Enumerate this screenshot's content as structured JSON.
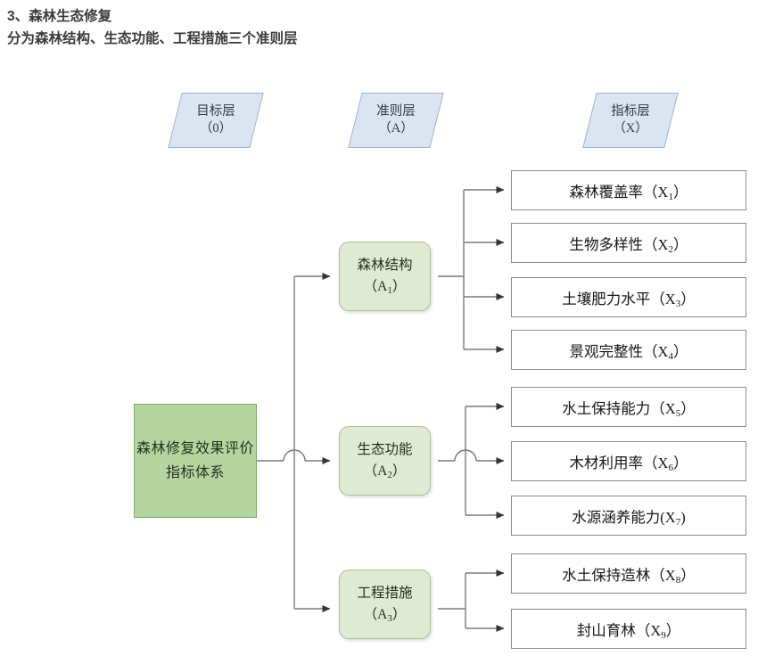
{
  "heading": {
    "line1": "3、森林生态修复",
    "line2": "分为森林结构、生态功能、工程措施三个准则层"
  },
  "layer_tags": [
    {
      "name": "goal-layer-tag",
      "title": "目标层",
      "code": "（0）"
    },
    {
      "name": "criterion-layer-tag",
      "title": "准则层",
      "code": "（A）"
    },
    {
      "name": "indicator-layer-tag",
      "title": "指标层",
      "code": "（X）"
    }
  ],
  "goal": {
    "label": "森林修复效果评价指标体系"
  },
  "criteria": [
    {
      "title": "森林结构",
      "code_prefix": "（A",
      "code_sub": "1",
      "code_suffix": "）"
    },
    {
      "title": "生态功能",
      "code_prefix": "（A",
      "code_sub": "2",
      "code_suffix": "）"
    },
    {
      "title": "工程措施",
      "code_prefix": "（A",
      "code_sub": "3",
      "code_suffix": "）"
    }
  ],
  "indicators": [
    {
      "label": "森林覆盖率（X",
      "sub": "1",
      "tail": "）"
    },
    {
      "label": "生物多样性（X",
      "sub": "2",
      "tail": "）"
    },
    {
      "label": "土壤肥力水平（X",
      "sub": "3",
      "tail": "）"
    },
    {
      "label": "景观完整性（X",
      "sub": "4",
      "tail": "）"
    },
    {
      "label": "水土保持能力（X",
      "sub": "5",
      "tail": "）"
    },
    {
      "label": "木材利用率（X",
      "sub": "6",
      "tail": "）"
    },
    {
      "label": "水源涵养能力(X",
      "sub": "7",
      "tail": ")"
    },
    {
      "label": "水土保持造林（X",
      "sub": "8",
      "tail": "）"
    },
    {
      "label": "封山育林（X",
      "sub": "9",
      "tail": "）"
    }
  ],
  "colors": {
    "goal_fill": "#b5d5a0",
    "goal_stroke": "#7fa96b",
    "criterion_fill": "#dfead3",
    "criterion_stroke": "#a9c294",
    "layer_tag_fill": "#dbe5f1",
    "layer_tag_stroke": "#9fb4cc",
    "indicator_fill": "#ffffff",
    "indicator_stroke": "#8a8a8a",
    "connector": "#7a7a7a",
    "heading_text": "#3a3a3a"
  }
}
